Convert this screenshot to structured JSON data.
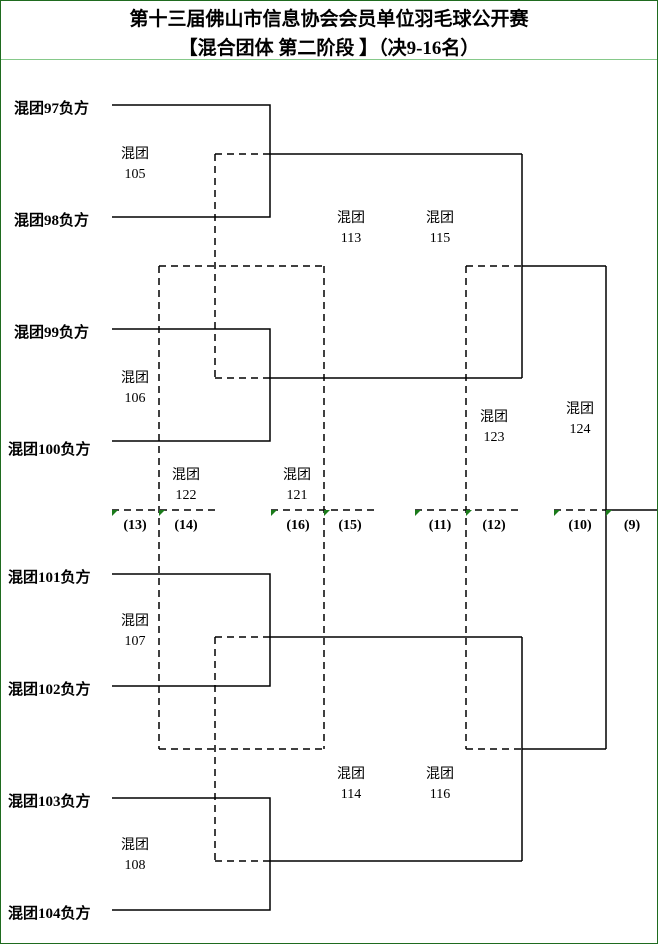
{
  "title": {
    "line1": "第十三届佛山市信息协会会员单位羽毛球公开赛",
    "line2": "【混合团体 第二阶段 】（决9-16名）"
  },
  "teams": [
    "混团97负方",
    "混团98负方",
    "混团99负方",
    "混团100负方",
    "混团101负方",
    "混团102负方",
    "混团103负方",
    "混团104负方"
  ],
  "matches": [
    {
      "label": "混团",
      "num": "105"
    },
    {
      "label": "混团",
      "num": "106"
    },
    {
      "label": "混团",
      "num": "107"
    },
    {
      "label": "混团",
      "num": "108"
    },
    {
      "label": "混团",
      "num": "113"
    },
    {
      "label": "混团",
      "num": "115"
    },
    {
      "label": "混团",
      "num": "114"
    },
    {
      "label": "混团",
      "num": "116"
    },
    {
      "label": "混团",
      "num": "122"
    },
    {
      "label": "混团",
      "num": "121"
    },
    {
      "label": "混团",
      "num": "123"
    },
    {
      "label": "混团",
      "num": "124"
    }
  ],
  "positions": [
    "(13)",
    "(14)",
    "(16)",
    "(15)",
    "(11)",
    "(12)",
    "(10)",
    "(9)"
  ],
  "colors": {
    "border": "#1f6b1f",
    "header_rule": "#86c98a",
    "marker": "#1a7a1a"
  }
}
